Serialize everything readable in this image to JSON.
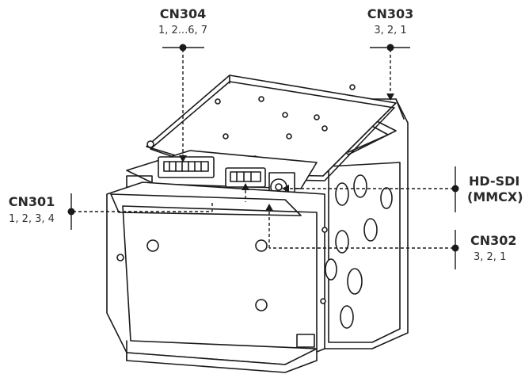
{
  "labels": {
    "cn304": {
      "name": "CN304",
      "pins": "1, 2...6, 7"
    },
    "cn303": {
      "name": "CN303",
      "pins": "3, 2, 1"
    },
    "cn301": {
      "name": "CN301",
      "pins": "1, 2, 3, 4"
    },
    "hdsdi": {
      "name": "HD-SDI",
      "sub": "(MMCX)"
    },
    "cn302": {
      "name": "CN302",
      "pins": "3, 2, 1"
    }
  },
  "colors": {
    "line": "#1a1a1a",
    "fill": "#ffffff",
    "text": "#2a2a2a"
  }
}
